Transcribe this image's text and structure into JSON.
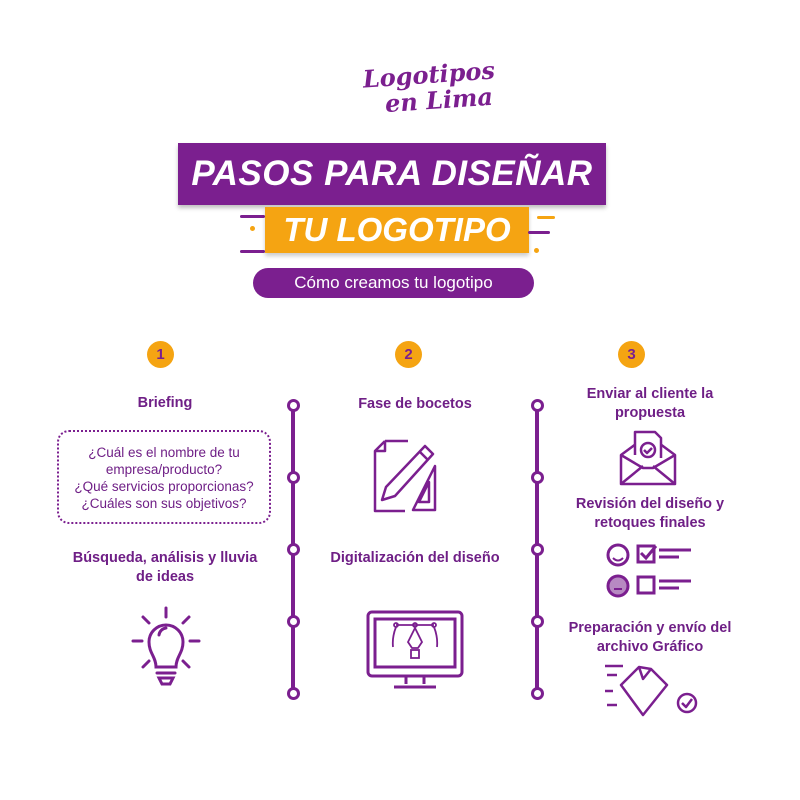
{
  "brand": {
    "logo_text": "Logotipos en Lima"
  },
  "header": {
    "title_line1": "PASOS PARA DISEÑAR",
    "title_line2": "TU LOGOTIPO",
    "subtitle": "Cómo creamos tu logotipo"
  },
  "colors": {
    "purple": "#7b1f8f",
    "orange": "#f5a412"
  },
  "steps": [
    {
      "number": "1",
      "items": [
        {
          "title": "Briefing",
          "questions": [
            "¿Cuál es el nombre de tu",
            "empresa/producto?",
            "¿Qué servicios proporcionas?",
            "¿Cuáles son sus objetivos?"
          ],
          "icon": "speech-box"
        },
        {
          "title": "Búsqueda, análisis y lluvia de ideas",
          "icon": "lightbulb-icon"
        }
      ]
    },
    {
      "number": "2",
      "items": [
        {
          "title": "Fase de bocetos",
          "icon": "sketch-pencil-icon"
        },
        {
          "title": "Digitalización del diseño",
          "icon": "monitor-pen-tool-icon"
        }
      ]
    },
    {
      "number": "3",
      "items": [
        {
          "title": "Enviar al cliente la propuesta",
          "icon": "envelope-check-icon"
        },
        {
          "title": "Revisión del diseño y retoques finales",
          "icon": "feedback-checklist-icon"
        },
        {
          "title": "Preparación y envío del archivo Gráfico",
          "icon": "send-file-icon"
        }
      ]
    }
  ]
}
